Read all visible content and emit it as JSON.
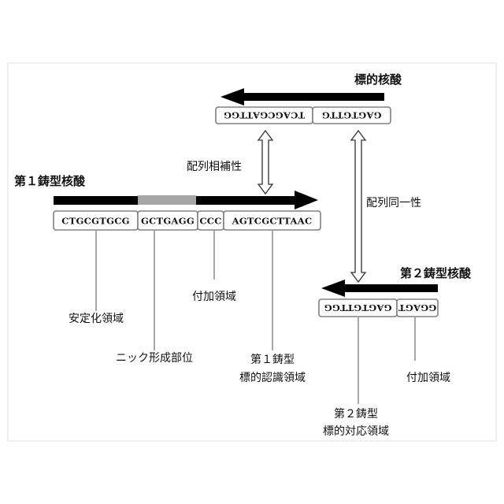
{
  "target_nucleic_acid": {
    "title": "標的核酸",
    "segment_a": "TCAGCGATTGG",
    "segment_b": "GAGTGTTG"
  },
  "template_1": {
    "title": "第１鋳型核酸",
    "segments": [
      "CTGCGTGCG",
      "GCTGAGG",
      "CCC",
      "AGTCGCTTAAC"
    ],
    "labels": {
      "stabilizing_region": "安定化領域",
      "nick_site": "ニック形成部位",
      "additional_region": "付加領域",
      "recognition_region_line1": "第１鋳型",
      "recognition_region_line2": "標的認識領域"
    }
  },
  "template_2": {
    "title": "第２鋳型核酸",
    "segment_a": "GAGTGTTGG",
    "segment_b": "GGAGT",
    "labels": {
      "additional_region": "付加領域",
      "corresponding_region_line1": "第２鋳型",
      "corresponding_region_line2": "標的対応領域"
    }
  },
  "relations": {
    "complementarity": "配列相補性",
    "identity": "配列同一性"
  },
  "colors": {
    "arrow": "#000000",
    "nick_band": "#a6a6a6",
    "box_border": "#808080",
    "leader_line": "#8a8a8a"
  }
}
